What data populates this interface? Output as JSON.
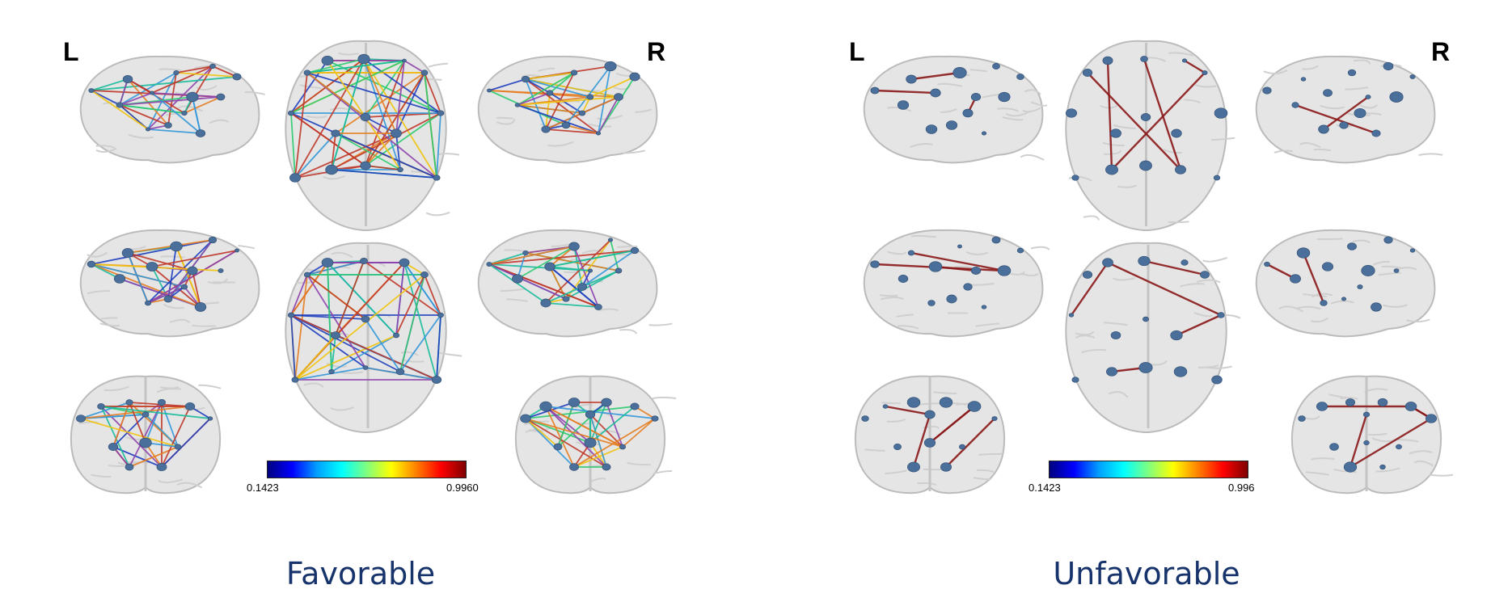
{
  "panels": [
    {
      "id": "favorable",
      "caption": "Favorable",
      "label_left": "L",
      "label_right": "R",
      "colorbar": {
        "min_label": "0.1423",
        "max_label": "0.9960"
      },
      "edge_palette": [
        "#c0392b",
        "#e67e22",
        "#f1c40f",
        "#2ecc71",
        "#1abc9c",
        "#3498db",
        "#1f3fbf",
        "#8e44ad"
      ]
    },
    {
      "id": "unfavorable",
      "caption": "Unfavorable",
      "label_left": "L",
      "label_right": "R",
      "colorbar": {
        "min_label": "0.1423",
        "max_label": "0.996"
      },
      "edge_palette": [
        "#8b1a1a"
      ]
    }
  ],
  "colors": {
    "brain_fill": "#e4e4e4",
    "brain_stroke": "#b8b8b8",
    "node": "#4a6f9a",
    "caption": "#17336b"
  }
}
